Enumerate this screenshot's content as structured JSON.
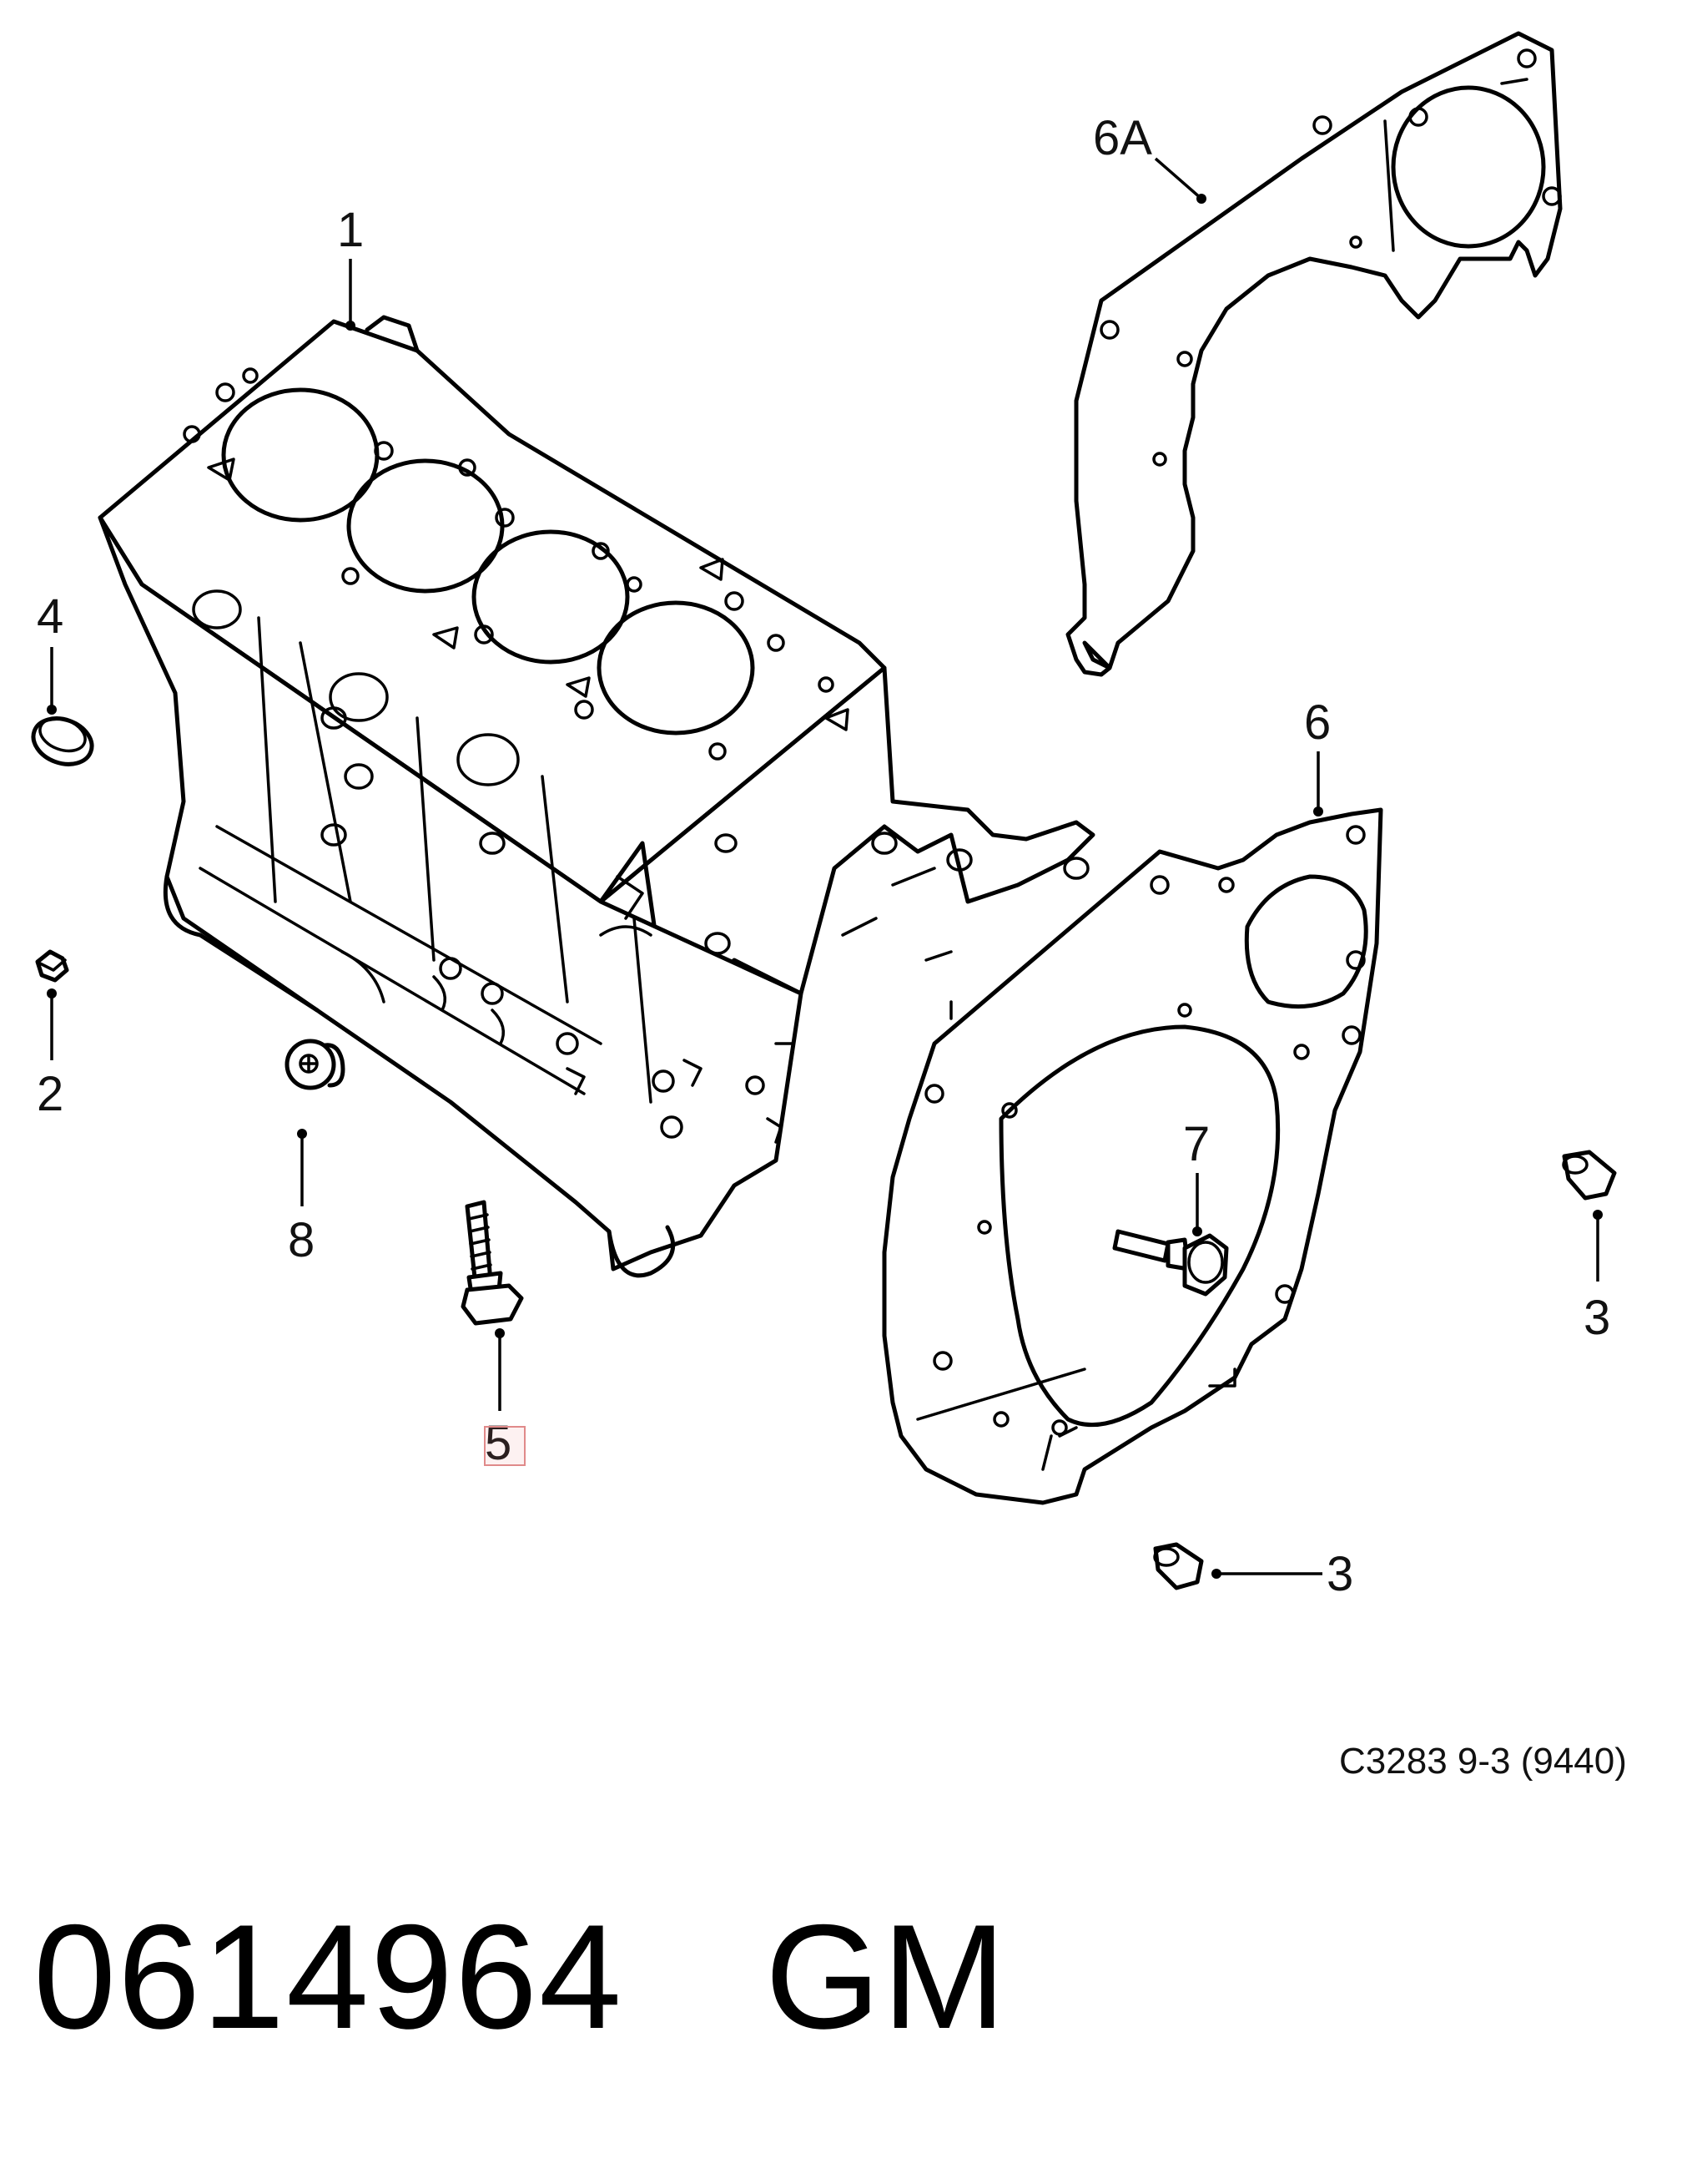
{
  "diagram": {
    "callouts": [
      "1",
      "6A",
      "4",
      "2",
      "8",
      "5",
      "6",
      "7",
      "3",
      "3"
    ],
    "reference": "C3283 9-3 (9440)",
    "part_number": "0614964",
    "brand": "GM"
  },
  "icons": [
    "engine-block",
    "flywheel-cover-plate",
    "oil-seal-ring",
    "plug",
    "bolt",
    "dowel-sleeve"
  ]
}
